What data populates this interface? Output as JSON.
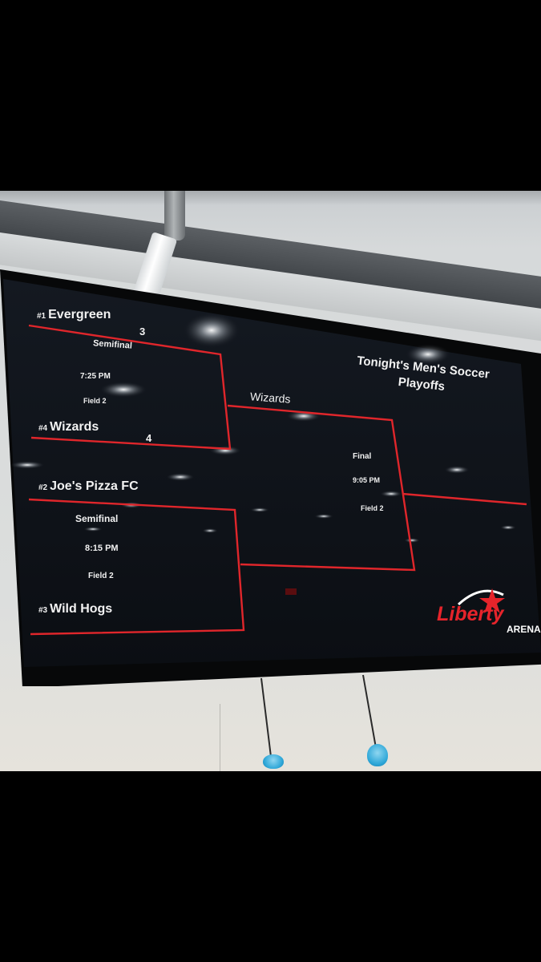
{
  "bracket": {
    "title_line1": "Tonight's Men's Soccer",
    "title_line2": "Playoffs",
    "semifinal_1": {
      "team_top": {
        "seed": "#1",
        "name": "Evergreen",
        "score": "3"
      },
      "team_bottom": {
        "seed": "#4",
        "name": "Wizards",
        "score": "4"
      },
      "round": "Semifinal",
      "time": "7:25 PM",
      "field": "Field 2"
    },
    "semifinal_2": {
      "team_top": {
        "seed": "#2",
        "name": "Joe's Pizza FC"
      },
      "team_bottom": {
        "seed": "#3",
        "name": "Wild Hogs"
      },
      "round": "Semifinal",
      "time": "8:15 PM",
      "field": "Field 2"
    },
    "final": {
      "winner_semifinal_1": "Wizards",
      "round": "Final",
      "time": "9:05 PM",
      "field": "Field 2"
    }
  },
  "logo": {
    "word": "Liberty",
    "sub": "ARENA"
  },
  "colors": {
    "bracket_line": "#e0262b",
    "screen_bg": "#0f1318",
    "text": "#f2f2f2"
  }
}
